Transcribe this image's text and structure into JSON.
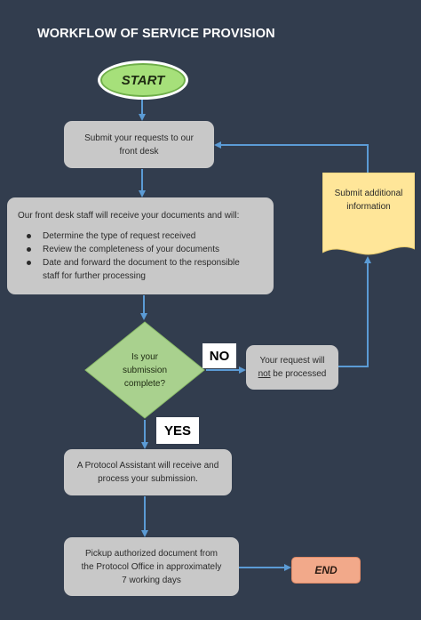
{
  "title": "WORKFLOW OF SERVICE PROVISION",
  "start": "START",
  "end": "END",
  "submit_box": {
    "line1": "Submit your requests to our",
    "line2": "front desk"
  },
  "staff_box": {
    "intro": "Our front desk staff will receive your documents and will:",
    "bullets": [
      "Determine the type of request received",
      "Review the completeness of your documents",
      "Date and forward the document to the responsible",
      "staff for further processing"
    ]
  },
  "decision": {
    "line1": "Is your",
    "line2": "submission",
    "line3": "complete?"
  },
  "no_label": "NO",
  "yes_label": "YES",
  "not_processed": {
    "line1": "Your request will",
    "not_word": "not",
    "line2_rest": " be processed"
  },
  "additional_info": {
    "line1": "Submit additional",
    "line2": "information"
  },
  "protocol_box": {
    "line1": "A Protocol Assistant will receive and",
    "line2": "process your submission."
  },
  "pickup_box": {
    "line1": "Pickup authorized document from",
    "line2": "the Protocol Office in approximately",
    "line3": "7 working days"
  },
  "colors": {
    "background": "#323d4e",
    "arrow": "#5b9bd5",
    "box": "#c8c8c8",
    "start_fill": "#a6e07a",
    "decision_fill": "#a9d18e",
    "document_fill": "#ffe699",
    "end_fill": "#f2a98a"
  }
}
